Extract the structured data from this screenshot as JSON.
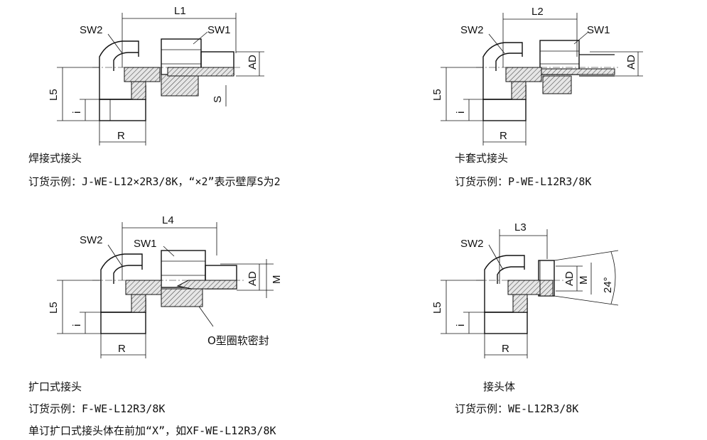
{
  "panels": [
    {
      "title": "焊接式接头",
      "order_line": "订货示例：J-WE-L12×2R3/8K，“×2”表示壁厚S为2",
      "labels": {
        "length": "L1",
        "sw2": "SW2",
        "sw1": "SW1",
        "ad": "AD",
        "l5": "L5",
        "i": "i",
        "r": "R",
        "s": "S"
      }
    },
    {
      "title": "卡套式接头",
      "order_line": "订货示例：P-WE-L12R3/8K",
      "labels": {
        "length": "L2",
        "sw2": "SW2",
        "sw1": "SW1",
        "ad": "AD",
        "l5": "L5",
        "i": "i",
        "r": "R"
      }
    },
    {
      "title": "扩口式接头",
      "order_line": "订货示例：F-WE-L12R3/8K",
      "extra_line": "单订扩口式接头体在前加“X”，如XF-WE-L12R3/8K",
      "labels": {
        "length": "L4",
        "sw2": "SW2",
        "sw1": "SW1",
        "ad": "AD",
        "m": "M",
        "l5": "L5",
        "i": "i",
        "r": "R",
        "seal": "O型圈软密封"
      }
    },
    {
      "title": "接头体",
      "order_line": "订货示例：WE-L12R3/8K",
      "labels": {
        "length": "L3",
        "sw2": "SW2",
        "ad": "AD",
        "m": "M",
        "l5": "L5",
        "i": "i",
        "r": "R",
        "angle": "24°"
      }
    }
  ]
}
